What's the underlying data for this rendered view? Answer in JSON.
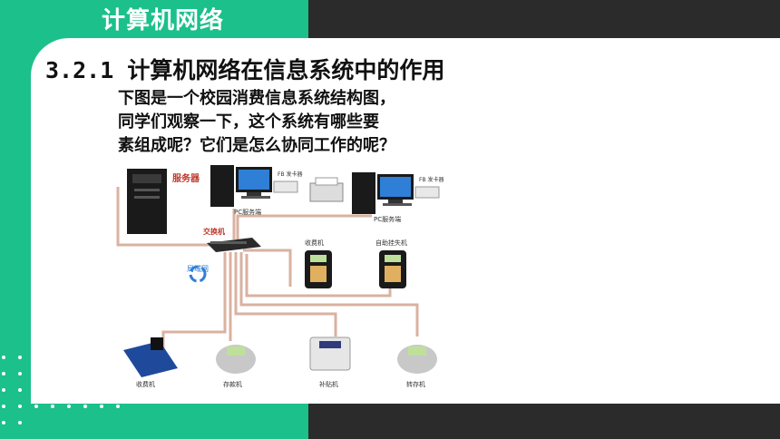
{
  "header": {
    "title": "计算机网络"
  },
  "section": {
    "number": "3.2.1",
    "title": "计算机网络在信息系统中的作用"
  },
  "intro": {
    "lines": [
      "下图是一个校园消费信息系统结构图，",
      "同学们观察一下，这个系统有哪些要",
      "素组成呢？它们是怎么协同工作的呢？"
    ]
  },
  "diagram": {
    "server": "服务器",
    "pc1": "PC服务端",
    "pc2": "PC服务端",
    "card_issuer1": "FB 发卡器",
    "card_issuer2": "FB 发卡器",
    "switch": "交换机",
    "lan": "局域网",
    "pos_top": "收费机",
    "self_service": "自助挂失机",
    "pos_bottom": "收费机",
    "deposit": "存款机",
    "subsidy": "补贴机",
    "transfer": "转存机"
  },
  "colors": {
    "accent": "#1cc08a",
    "dark": "#2b2b2b",
    "wire": "#d9b2a0"
  }
}
